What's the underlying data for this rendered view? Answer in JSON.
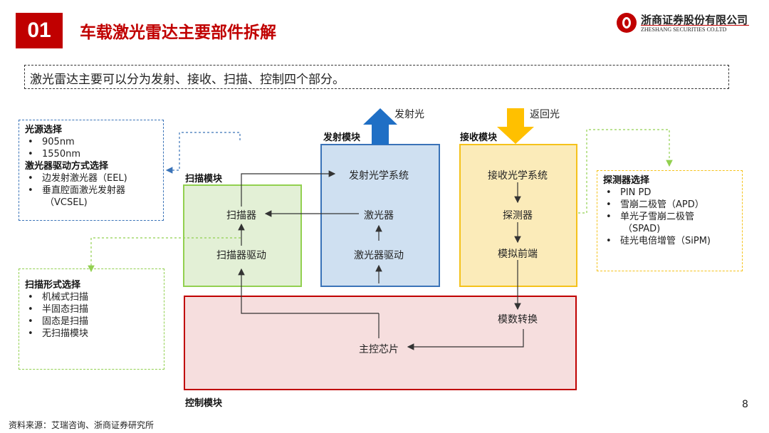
{
  "header": {
    "badge": "01",
    "title": "车载激光雷达主要部件拆解",
    "logo_cn": "浙商证券股份有限公司",
    "logo_en": "ZHESHANG SECURITIES CO.LTD"
  },
  "subtitle": "激光雷达主要可以分为发射、接收、扫描、控制四个部分。",
  "modules": {
    "emit": {
      "label": "发射模块",
      "nodes": [
        "发射光学系统",
        "激光器",
        "激光器驱动"
      ],
      "arrow_label": "发射光",
      "color": "#3a73b8",
      "fill": "#cfe0f1"
    },
    "receive": {
      "label": "接收模块",
      "nodes": [
        "接收光学系统",
        "探测器",
        "模拟前端"
      ],
      "arrow_label": "返回光",
      "color": "#f5c21b",
      "fill": "#fbebb9"
    },
    "scan": {
      "label": "扫描模块",
      "nodes": [
        "扫描器",
        "扫描器驱动"
      ],
      "color": "#92d050",
      "fill": "#e3f0d6"
    },
    "control": {
      "label": "控制模块",
      "nodes": [
        "模数转换",
        "主控芯片"
      ],
      "color": "#c00000",
      "fill": "#f6dede"
    }
  },
  "options": {
    "light_source": {
      "title1": "光源选择",
      "items1": [
        "905nm",
        "1550nm"
      ],
      "title2": "激光器驱动方式选择",
      "items2": [
        "边发射激光器（EEL)",
        "垂直腔面激光发射器",
        "（VCSEL)"
      ]
    },
    "detector": {
      "title": "探测器选择",
      "items": [
        "PIN PD",
        "雪崩二极管（APD）",
        "单光子雪崩二极管",
        "（SPAD)",
        "硅光电倍增管（SiPM)"
      ]
    },
    "scan_form": {
      "title": "扫描形式选择",
      "items": [
        "机械式扫描",
        "半固态扫描",
        "固态是扫描",
        "无扫描模块"
      ]
    }
  },
  "page_number": "8",
  "source": "资料来源：艾瑞咨询、浙商证券研究所"
}
